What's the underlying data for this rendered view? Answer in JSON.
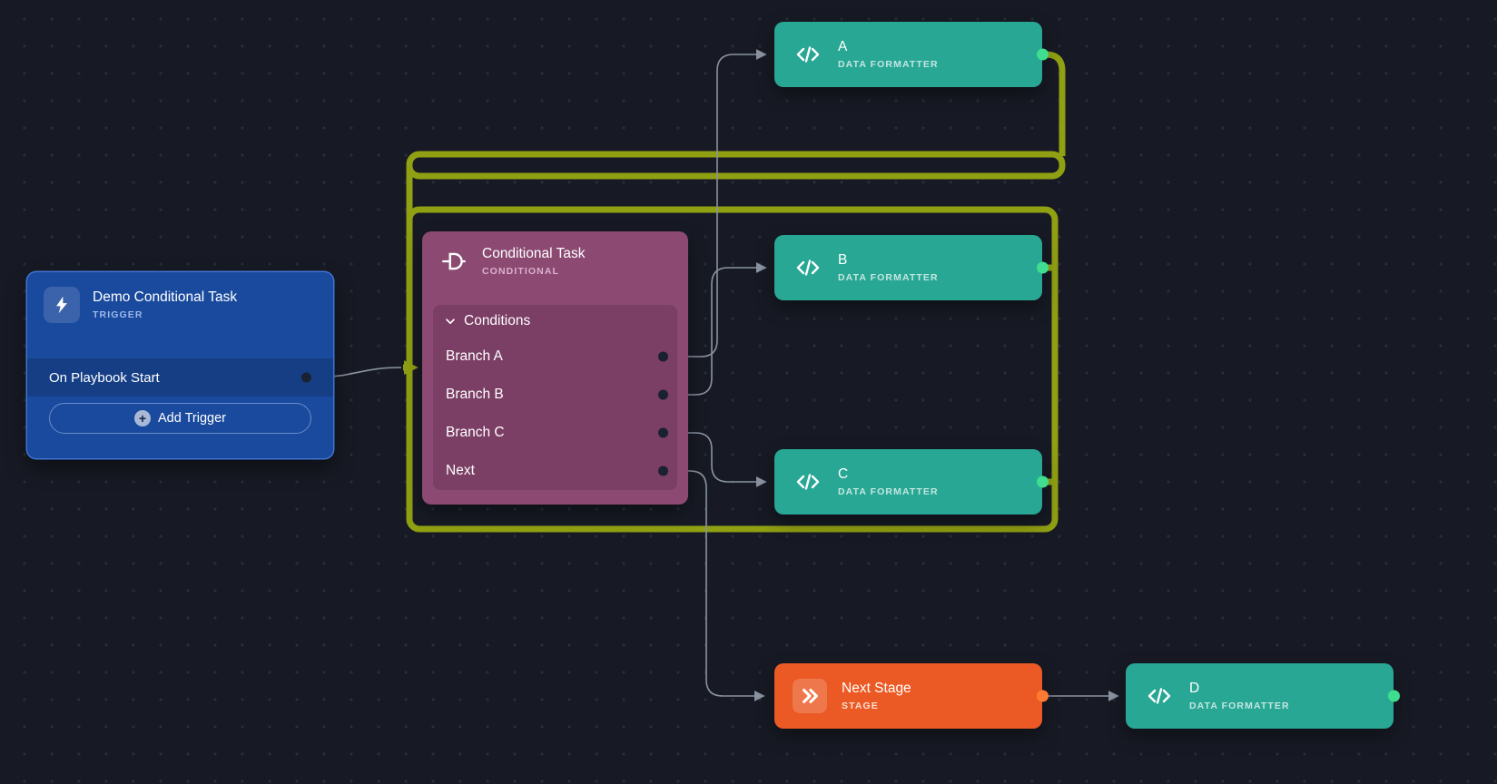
{
  "colors": {
    "canvas-bg": "#171a24",
    "dot": "#272d3a",
    "blue": "#1a4a9e",
    "blue-row": "#153e85",
    "blue-border": "#3f74d4",
    "purple": "#8c4a73",
    "purple-panel": "#7b3e65",
    "teal": "#28a795",
    "orange": "#eb5a24",
    "olive": "#90a013",
    "edge": "#8b93a1",
    "port-green": "#3fdd8f",
    "port-orange": "#ff7b33",
    "port-dark": "#1a2130"
  },
  "trigger_node": {
    "title": "Demo Conditional Task",
    "subtitle": "TRIGGER",
    "row_label": "On Playbook Start",
    "add_button_label": "Add Trigger"
  },
  "conditional_node": {
    "title": "Conditional Task",
    "subtitle": "CONDITIONAL",
    "section_label": "Conditions",
    "branches": [
      "Branch A",
      "Branch B",
      "Branch C",
      "Next"
    ]
  },
  "formatter_nodes": [
    {
      "title": "A",
      "subtitle": "DATA FORMATTER"
    },
    {
      "title": "B",
      "subtitle": "DATA FORMATTER"
    },
    {
      "title": "C",
      "subtitle": "DATA FORMATTER"
    },
    {
      "title": "D",
      "subtitle": "DATA FORMATTER"
    }
  ],
  "stage_node": {
    "title": "Next Stage",
    "subtitle": "STAGE"
  }
}
